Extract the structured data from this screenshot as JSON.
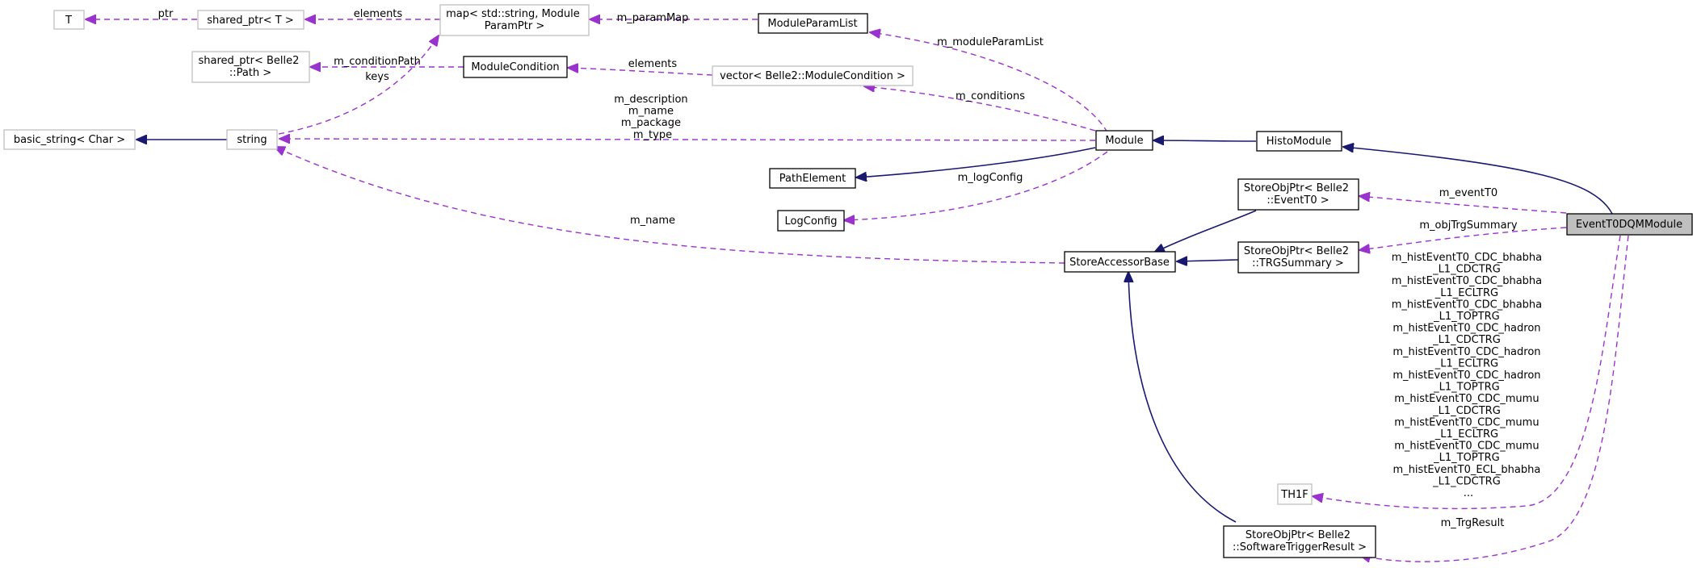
{
  "colors": {
    "inheritance": "#191970",
    "usage": "#9a32cd",
    "focus_fill": "#bfbfbf",
    "external_border": "#bfbfbf"
  },
  "nodes": {
    "t": [
      "T"
    ],
    "shared_ptr_t": [
      "shared_ptr< T >"
    ],
    "map_param": [
      "map< std::string, Module",
      "ParamPtr >"
    ],
    "module_param_list": [
      "ModuleParamList"
    ],
    "shared_ptr_path": [
      "shared_ptr< Belle2",
      "::Path >"
    ],
    "module_condition": [
      "ModuleCondition"
    ],
    "vector_cond": [
      "vector< Belle2::ModuleCondition >"
    ],
    "basic_string": [
      "basic_string< Char >"
    ],
    "string": [
      "string"
    ],
    "module": [
      "Module"
    ],
    "histo_module": [
      "HistoModule"
    ],
    "path_element": [
      "PathElement"
    ],
    "log_config": [
      "LogConfig"
    ],
    "store_eventt0": [
      "StoreObjPtr< Belle2",
      "::EventT0 >"
    ],
    "eventt0dqm": [
      "EventT0DQMModule"
    ],
    "store_trgsummary": [
      "StoreObjPtr< Belle2",
      "::TRGSummary >"
    ],
    "store_accessor_base": [
      "StoreAccessorBase"
    ],
    "th1f": [
      "TH1F"
    ],
    "store_swtrig": [
      "StoreObjPtr< Belle2",
      "::SoftwareTriggerResult >"
    ]
  },
  "edge_labels": {
    "ptr": [
      "ptr"
    ],
    "elements_shared": [
      "elements"
    ],
    "keys": [
      "keys"
    ],
    "param_map": [
      "m_paramMap"
    ],
    "module_param_list": [
      "m_moduleParamList"
    ],
    "condition_path": [
      "m_conditionPath"
    ],
    "elements_cond": [
      "elements"
    ],
    "conditions": [
      "m_conditions"
    ],
    "string_members": [
      "m_description",
      "m_name",
      "m_package",
      "m_type"
    ],
    "log_config": [
      "m_logConfig"
    ],
    "name": [
      "m_name"
    ],
    "event_t0": [
      "m_eventT0"
    ],
    "obj_trg_summary": [
      "m_objTrgSummary"
    ],
    "hist_members": [
      "m_histEventT0_CDC_bhabha",
      "_L1_CDCTRG",
      "m_histEventT0_CDC_bhabha",
      "_L1_ECLTRG",
      "m_histEventT0_CDC_bhabha",
      "_L1_TOPTRG",
      "m_histEventT0_CDC_hadron",
      "_L1_CDCTRG",
      "m_histEventT0_CDC_hadron",
      "_L1_ECLTRG",
      "m_histEventT0_CDC_hadron",
      "_L1_TOPTRG",
      "m_histEventT0_CDC_mumu",
      "_L1_CDCTRG",
      "m_histEventT0_CDC_mumu",
      "_L1_ECLTRG",
      "m_histEventT0_CDC_mumu",
      "_L1_TOPTRG",
      "m_histEventT0_ECL_bhabha",
      "_L1_CDCTRG",
      "..."
    ],
    "trg_result": [
      "m_TrgResult"
    ]
  }
}
